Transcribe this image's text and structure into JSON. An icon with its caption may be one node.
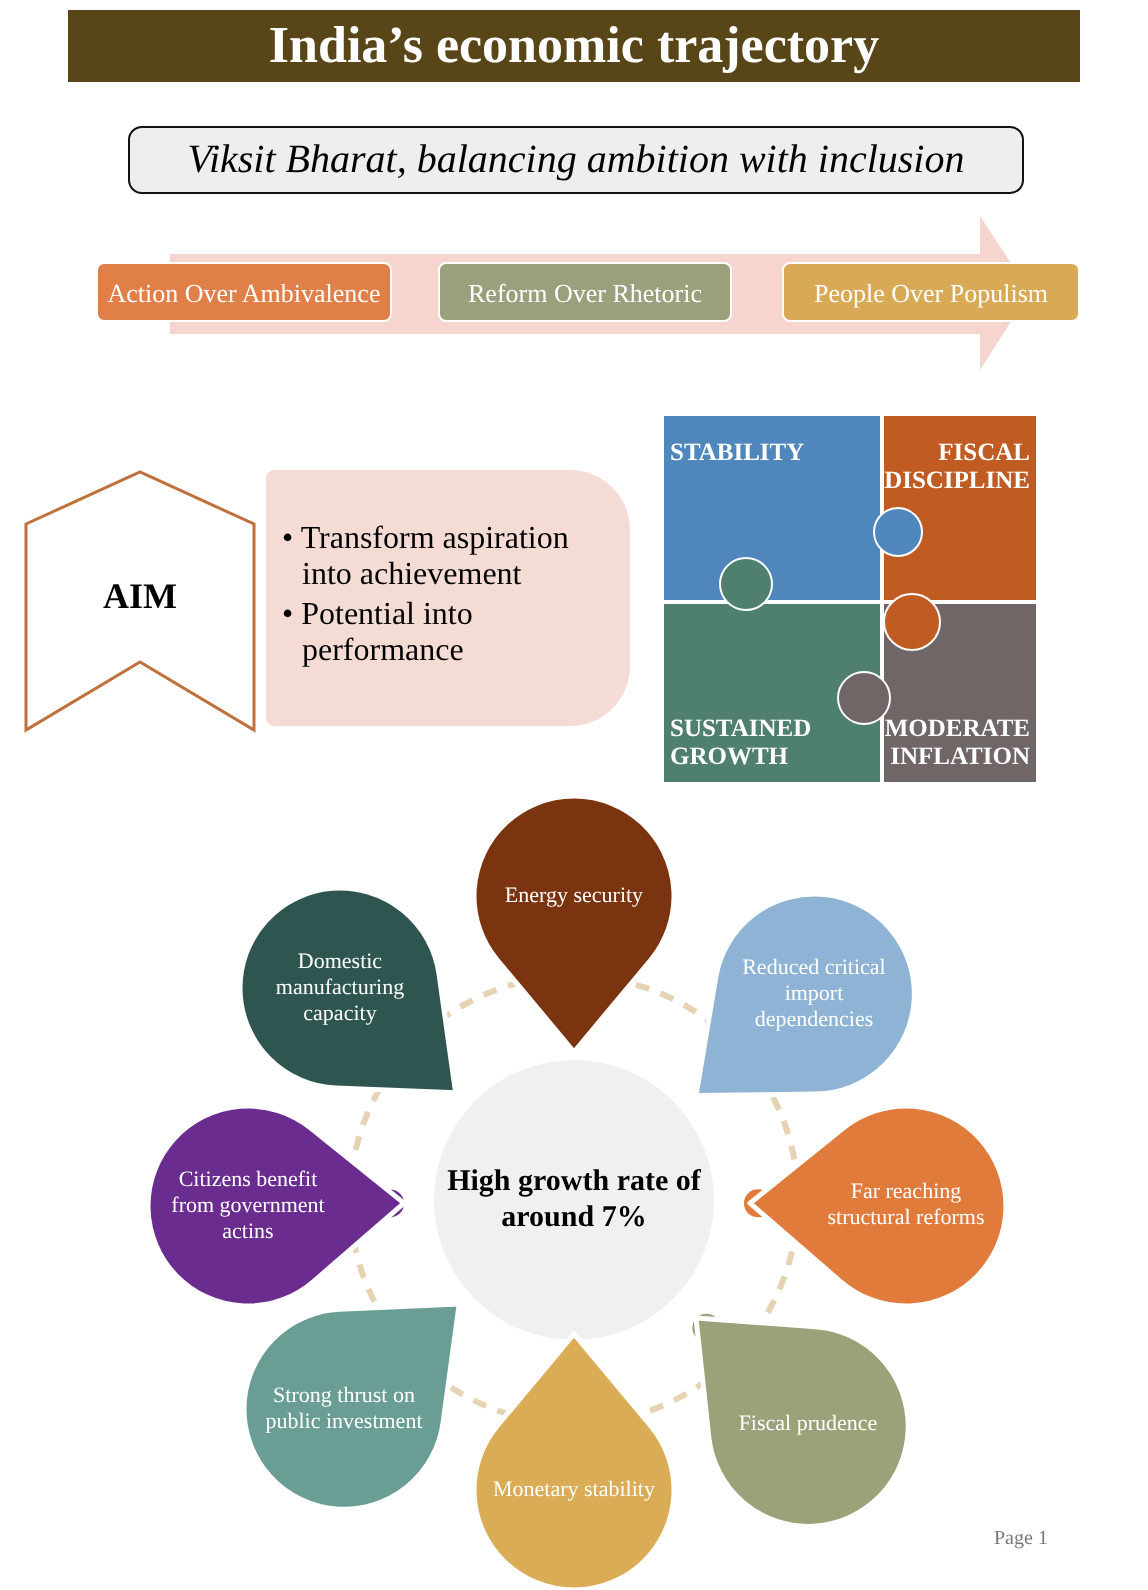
{
  "diagram": {
    "title": "India’s economic trajectory",
    "nodes": [
      {
        "text": [
          "Viksit Bharat, balancing ambition with inclusion"
        ]
      },
      {
        "text": [],
        "shape": "arrow"
      },
      {
        "text": [
          "Action Over Ambivalence"
        ]
      },
      {
        "text": [
          "Reform Over Rhetoric"
        ],
        "in": 1
      },
      {
        "text": [
          "People Over Populism"
        ]
      },
      {
        "text": [
          "AIM"
        ]
      },
      {
        "text": [
          "• Transform aspiration into achievement",
          "• Potential into performance"
        ]
      },
      {
        "text": [
          "STABILITY"
        ]
      },
      {
        "text": [
          "FISCAL DISCIPLINE"
        ]
      },
      {
        "text": [
          "SUSTAINED GROWTH"
        ]
      },
      {
        "text": [
          "MODERATE INFLATION"
        ]
      },
      {
        "text": [
          "Energy security"
        ]
      },
      {
        "text": [
          "Domestic manufacturing capacity"
        ]
      },
      {
        "text": [
          "Reduced critical import dependencies"
        ]
      },
      {
        "text": [
          "Citizens benefit from government actins"
        ]
      },
      {
        "text": [
          "High growth rate of around 7%"
        ]
      },
      {
        "text": [
          "Far reaching structural reforms"
        ]
      },
      {
        "text": [
          "Strong thrust on public investment"
        ]
      },
      {
        "text": [
          "Fiscal prudence"
        ]
      },
      {
        "text": [
          "Monetary stability"
        ]
      }
    ],
    "labels": [
      "Page 1"
    ]
  }
}
